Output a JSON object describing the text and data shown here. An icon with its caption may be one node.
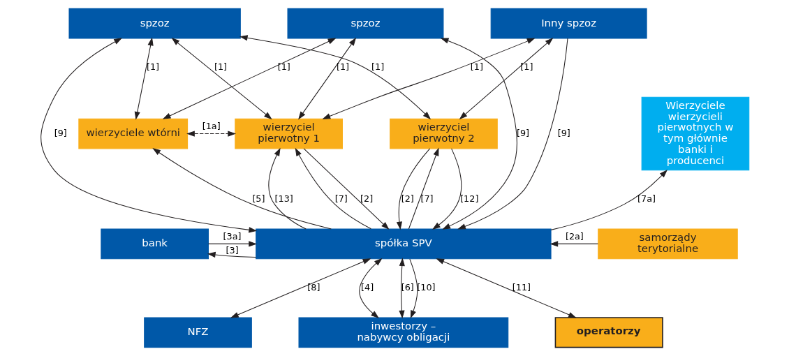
{
  "diagram": {
    "nodes": [
      {
        "text": [
          "spzoz"
        ]
      },
      {
        "text": [
          "spzoz"
        ]
      },
      {
        "text": [
          "Inny spzoz"
        ]
      },
      {
        "text": [
          "wierzyciele wtórni"
        ]
      },
      {
        "text": [
          "wierzyciel pierwotny 1"
        ]
      },
      {
        "text": [
          "wierzyciel pierwotny 2"
        ]
      },
      {
        "text": [
          "Wierzyciele wierzycieli pierwotnych w tym głównie banki i producenci"
        ]
      },
      {
        "text": [
          "bank"
        ]
      },
      {
        "text": [
          "spółka SPV"
        ]
      },
      {
        "text": [
          "samorządy terytorialne"
        ]
      },
      {
        "text": [
          "NFZ"
        ]
      },
      {
        "text": [
          "inwestorzy – nabywcy obligacji"
        ]
      },
      {
        "text": [
          "operatorzy"
        ]
      }
    ],
    "edges": [
      {
        "from": 0,
        "to": 3,
        "arrow": "both",
        "label": "[1]"
      },
      {
        "from": 1,
        "to": 3,
        "arrow": "both",
        "label": "[1]"
      },
      {
        "from": 0,
        "to": 4,
        "arrow": "both",
        "label": "[1]"
      },
      {
        "from": 0,
        "to": 5,
        "arrow": "both",
        "label": "[1]"
      },
      {
        "from": 1,
        "to": 4,
        "arrow": "both",
        "label": "[1]"
      },
      {
        "from": 2,
        "to": 4,
        "arrow": "both",
        "label": "[1]"
      },
      {
        "from": 2,
        "to": 5,
        "arrow": "both",
        "label": "[1]"
      },
      {
        "from": 0,
        "to": 8,
        "arrow": "both",
        "label": "[9]"
      },
      {
        "from": 1,
        "to": 8,
        "arrow": "both",
        "label": "[9]"
      },
      {
        "from": 2,
        "to": 8,
        "arrow": "to",
        "label": "[9]"
      },
      {
        "from": 3,
        "to": 4,
        "arrow": "both",
        "label": "[1a]",
        "style": "dashed"
      },
      {
        "from": 8,
        "to": 3,
        "arrow": "to",
        "label": "[5]"
      },
      {
        "from": 8,
        "to": 4,
        "arrow": "to",
        "label": "[13]"
      },
      {
        "from": 4,
        "to": 8,
        "arrow": "to",
        "label": "[2]"
      },
      {
        "from": 8,
        "to": 4,
        "arrow": "to",
        "label": "[7]"
      },
      {
        "from": 5,
        "to": 8,
        "arrow": "to",
        "label": "[12]"
      },
      {
        "from": 5,
        "to": 8,
        "arrow": "to",
        "label": "[2]"
      },
      {
        "from": 8,
        "to": 5,
        "arrow": "to",
        "label": "[7]"
      },
      {
        "from": 8,
        "to": 6,
        "arrow": "to",
        "label": "[7a]"
      },
      {
        "from": 8,
        "to": 7,
        "arrow": "to",
        "label": "[3]"
      },
      {
        "from": 7,
        "to": 8,
        "arrow": "to",
        "label": "[3a]"
      },
      {
        "from": 9,
        "to": 8,
        "arrow": "to",
        "label": "[2a]"
      },
      {
        "from": 10,
        "to": 8,
        "arrow": "both",
        "label": "[8]"
      },
      {
        "from": 8,
        "to": 11,
        "arrow": "both",
        "label": "[4]"
      },
      {
        "from": 8,
        "to": 11,
        "arrow": "both",
        "label": "[6]"
      },
      {
        "from": 8,
        "to": 11,
        "arrow": "to",
        "label": "[10]"
      },
      {
        "from": 8,
        "to": 12,
        "arrow": "both",
        "label": "[11]"
      }
    ]
  }
}
